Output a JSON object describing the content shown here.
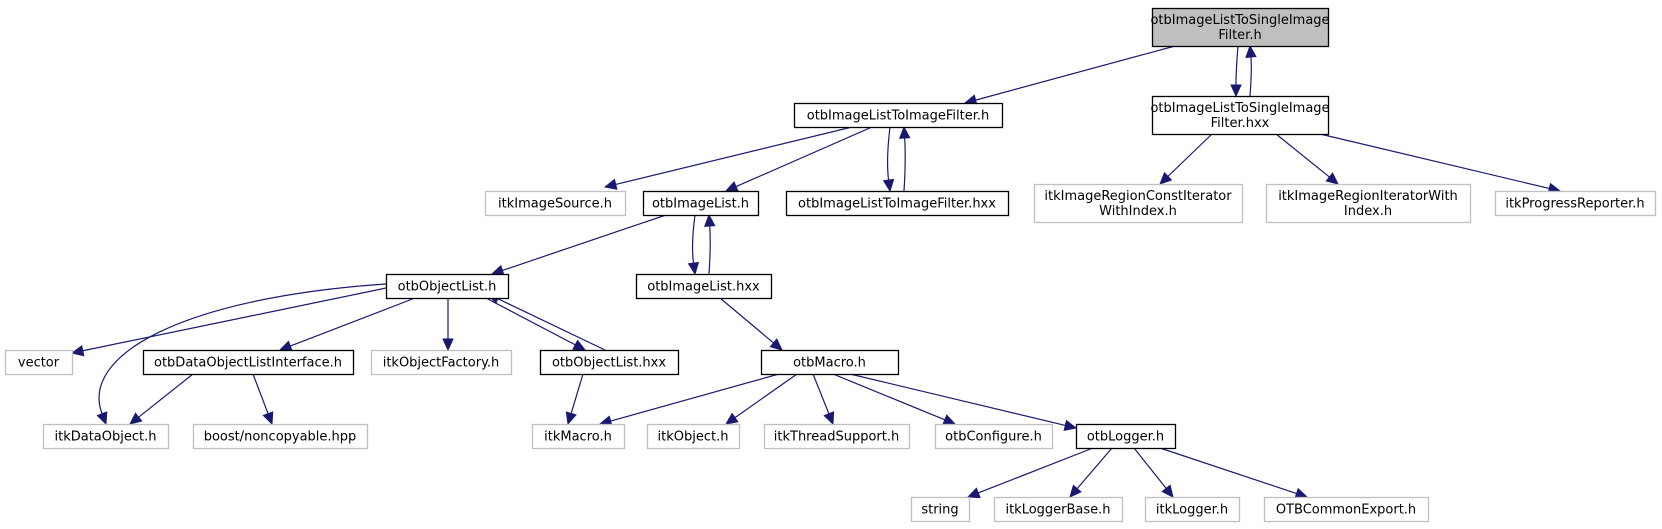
{
  "title": "Include dependency graph for otbImageListToSingleImageFilter.h",
  "colors": {
    "edge": "#191970",
    "root_fill": "#bfbfbf",
    "root_border": "#000000",
    "documented_border": "#000000",
    "external_border": "#bfbfbf",
    "node_fill": "#ffffff",
    "text": "#000000"
  },
  "nodes": [
    {
      "id": "root",
      "lines": [
        "otbImageListToSingleImage",
        "Filter.h"
      ],
      "kind": "root"
    },
    {
      "id": "ilsif_hxx",
      "lines": [
        "otbImageListToSingleImage",
        "Filter.hxx"
      ],
      "kind": "documented"
    },
    {
      "id": "ilif_h",
      "lines": [
        "otbImageListToImageFilter.h"
      ],
      "kind": "documented"
    },
    {
      "id": "ilif_hxx",
      "lines": [
        "otbImageListToImageFilter.hxx"
      ],
      "kind": "documented"
    },
    {
      "id": "itkImageSource",
      "lines": [
        "itkImageSource.h"
      ],
      "kind": "external"
    },
    {
      "id": "il_h",
      "lines": [
        "otbImageList.h"
      ],
      "kind": "documented"
    },
    {
      "id": "il_hxx",
      "lines": [
        "otbImageList.hxx"
      ],
      "kind": "documented"
    },
    {
      "id": "irciwi",
      "lines": [
        "itkImageRegionConstIterator",
        "WithIndex.h"
      ],
      "kind": "external"
    },
    {
      "id": "iriwi",
      "lines": [
        "itkImageRegionIteratorWith",
        "Index.h"
      ],
      "kind": "external"
    },
    {
      "id": "progress",
      "lines": [
        "itkProgressReporter.h"
      ],
      "kind": "external"
    },
    {
      "id": "ol_h",
      "lines": [
        "otbObjectList.h"
      ],
      "kind": "documented"
    },
    {
      "id": "ol_hxx",
      "lines": [
        "otbObjectList.hxx"
      ],
      "kind": "documented"
    },
    {
      "id": "vector",
      "lines": [
        "vector"
      ],
      "kind": "external"
    },
    {
      "id": "dolif",
      "lines": [
        "otbDataObjectListInterface.h"
      ],
      "kind": "documented"
    },
    {
      "id": "objfactory",
      "lines": [
        "itkObjectFactory.h"
      ],
      "kind": "external"
    },
    {
      "id": "macro",
      "lines": [
        "otbMacro.h"
      ],
      "kind": "documented"
    },
    {
      "id": "dataobject",
      "lines": [
        "itkDataObject.h"
      ],
      "kind": "external"
    },
    {
      "id": "noncopyable",
      "lines": [
        "boost/noncopyable.hpp"
      ],
      "kind": "external"
    },
    {
      "id": "itkmacro",
      "lines": [
        "itkMacro.h"
      ],
      "kind": "external"
    },
    {
      "id": "itkobject",
      "lines": [
        "itkObject.h"
      ],
      "kind": "external"
    },
    {
      "id": "threadsupport",
      "lines": [
        "itkThreadSupport.h"
      ],
      "kind": "external"
    },
    {
      "id": "configure",
      "lines": [
        "otbConfigure.h"
      ],
      "kind": "external"
    },
    {
      "id": "logger_h",
      "lines": [
        "otbLogger.h"
      ],
      "kind": "documented"
    },
    {
      "id": "string",
      "lines": [
        "string"
      ],
      "kind": "external"
    },
    {
      "id": "loggerbase",
      "lines": [
        "itkLoggerBase.h"
      ],
      "kind": "external"
    },
    {
      "id": "itklogger",
      "lines": [
        "itkLogger.h"
      ],
      "kind": "external"
    },
    {
      "id": "commonexport",
      "lines": [
        "OTBCommonExport.h"
      ],
      "kind": "external"
    }
  ],
  "edges": [
    {
      "from": "root",
      "to": "ilif_h"
    },
    {
      "from": "root",
      "to": "ilsif_hxx"
    },
    {
      "from": "ilsif_hxx",
      "to": "root"
    },
    {
      "from": "ilsif_hxx",
      "to": "irciwi"
    },
    {
      "from": "ilsif_hxx",
      "to": "iriwi"
    },
    {
      "from": "ilsif_hxx",
      "to": "progress"
    },
    {
      "from": "ilif_h",
      "to": "itkImageSource"
    },
    {
      "from": "ilif_h",
      "to": "il_h"
    },
    {
      "from": "ilif_h",
      "to": "ilif_hxx"
    },
    {
      "from": "ilif_hxx",
      "to": "ilif_h"
    },
    {
      "from": "il_h",
      "to": "ol_h"
    },
    {
      "from": "il_h",
      "to": "il_hxx"
    },
    {
      "from": "il_hxx",
      "to": "il_h"
    },
    {
      "from": "il_hxx",
      "to": "macro"
    },
    {
      "from": "ol_h",
      "to": "vector"
    },
    {
      "from": "ol_h",
      "to": "dataobject"
    },
    {
      "from": "ol_h",
      "to": "dolif"
    },
    {
      "from": "ol_h",
      "to": "objfactory"
    },
    {
      "from": "ol_h",
      "to": "ol_hxx"
    },
    {
      "from": "ol_hxx",
      "to": "ol_h"
    },
    {
      "from": "ol_hxx",
      "to": "itkmacro"
    },
    {
      "from": "dolif",
      "to": "dataobject"
    },
    {
      "from": "dolif",
      "to": "noncopyable"
    },
    {
      "from": "macro",
      "to": "itkmacro"
    },
    {
      "from": "macro",
      "to": "itkobject"
    },
    {
      "from": "macro",
      "to": "threadsupport"
    },
    {
      "from": "macro",
      "to": "configure"
    },
    {
      "from": "macro",
      "to": "logger_h"
    },
    {
      "from": "logger_h",
      "to": "string"
    },
    {
      "from": "logger_h",
      "to": "loggerbase"
    },
    {
      "from": "logger_h",
      "to": "itklogger"
    },
    {
      "from": "logger_h",
      "to": "commonexport"
    }
  ]
}
